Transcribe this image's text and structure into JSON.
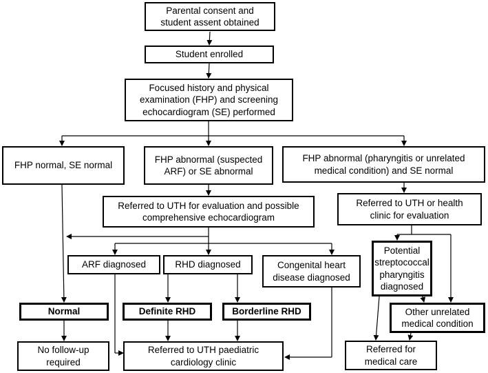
{
  "flowchart": {
    "consent": "Parental consent and\nstudent assent obtained",
    "enrolled": "Student enrolled",
    "fhp": "Focused history and physical\nexamination (FHP) and screening\nechocardiogram (SE) performed",
    "fhp_normal": "FHP normal, SE normal",
    "fhp_abnormal_arf": "FHP abnormal (suspected\nARF) or SE abnormal",
    "fhp_abnormal_other": "FHP abnormal (pharyngitis or unrelated\nmedical condition) and SE normal",
    "referred_uth_eval": "Referred to UTH for evaluation and possible\ncomprehensive echocardiogram",
    "referred_uth_clinic": "Referred to UTH or health\nclinic for evaluation",
    "arf": "ARF diagnosed",
    "rhd": "RHD diagnosed",
    "chd": "Congenital heart\ndisease diagnosed",
    "strep": "Potential\nstreptococcal\npharyngitis\ndiagnosed",
    "normal": "Normal",
    "definite_rhd": "Definite RHD",
    "borderline_rhd": "Borderline RHD",
    "other_condition": "Other unrelated\nmedical condition",
    "no_followup": "No follow-up\nrequired",
    "paed_cardio": "Referred to UTH paediatric\ncardiology clinic",
    "medical_care": "Referred for\nmedical care"
  }
}
